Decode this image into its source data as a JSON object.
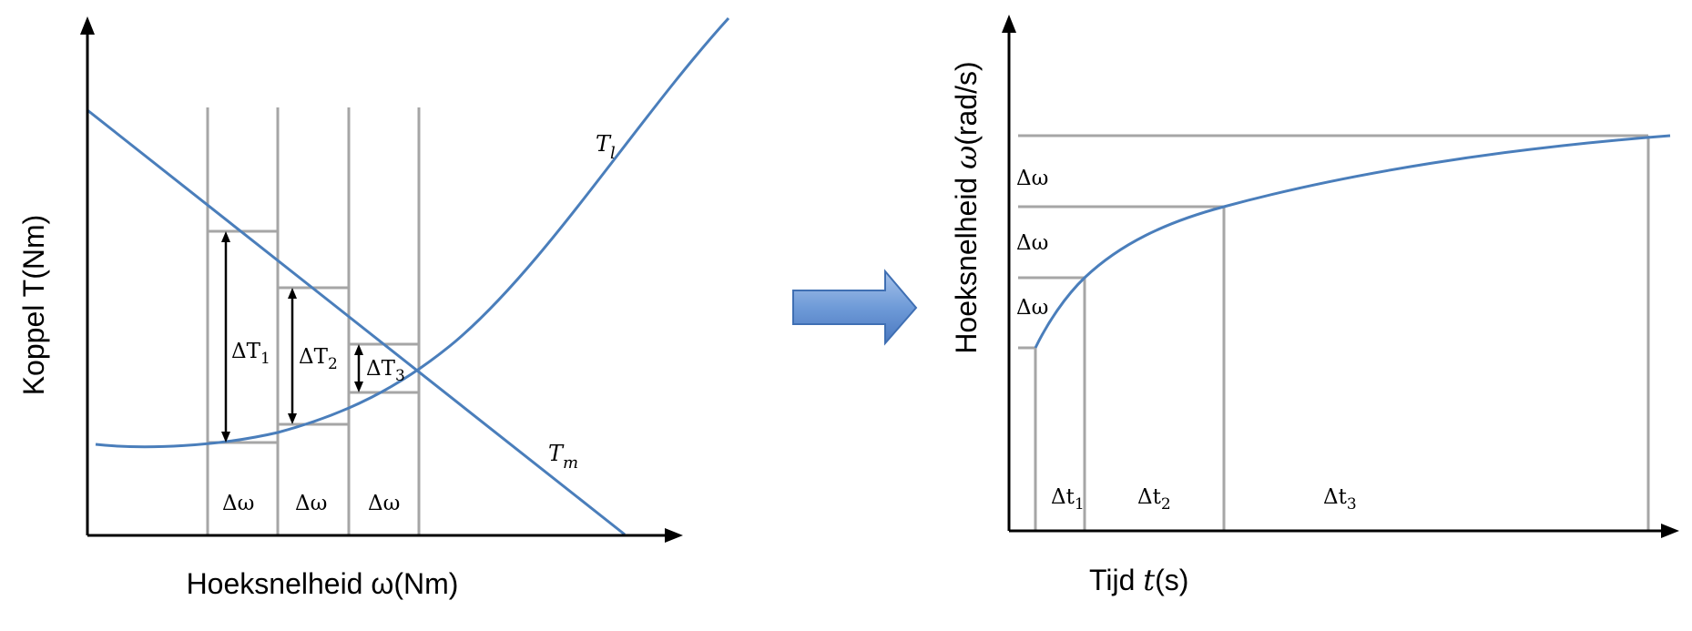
{
  "left_diagram": {
    "y_axis_label": "Koppel T(Nm)",
    "x_axis_label": "Hoeksnelheid ω(Nm)",
    "curve_labels": {
      "load": "T",
      "load_sub": "l",
      "motor": "T",
      "motor_sub": "m"
    },
    "torque_deltas": [
      {
        "base": "ΔT",
        "sub": "1"
      },
      {
        "base": "ΔT",
        "sub": "2"
      },
      {
        "base": "ΔT",
        "sub": "3"
      }
    ],
    "omega_deltas": [
      "Δω",
      "Δω",
      "Δω"
    ]
  },
  "arrow": {
    "icon": "right-arrow-icon",
    "color": "#4f81bd"
  },
  "right_diagram": {
    "y_axis_label_prefix": "Hoeksnelheid ",
    "y_axis_label_symbol": "ω",
    "y_axis_label_suffix": "(rad/s)",
    "x_axis_label_prefix": "Tijd ",
    "x_axis_label_symbol": "t",
    "x_axis_label_suffix": "(s)",
    "omega_deltas": [
      "Δω",
      "Δω",
      "Δω"
    ],
    "time_deltas": [
      {
        "base": "Δt",
        "sub": "1"
      },
      {
        "base": "Δt",
        "sub": "2"
      },
      {
        "base": "Δt",
        "sub": "3"
      }
    ]
  },
  "colors": {
    "curve": "#4a7ebb",
    "grid": "#a6a6a6",
    "axis": "#000000"
  }
}
